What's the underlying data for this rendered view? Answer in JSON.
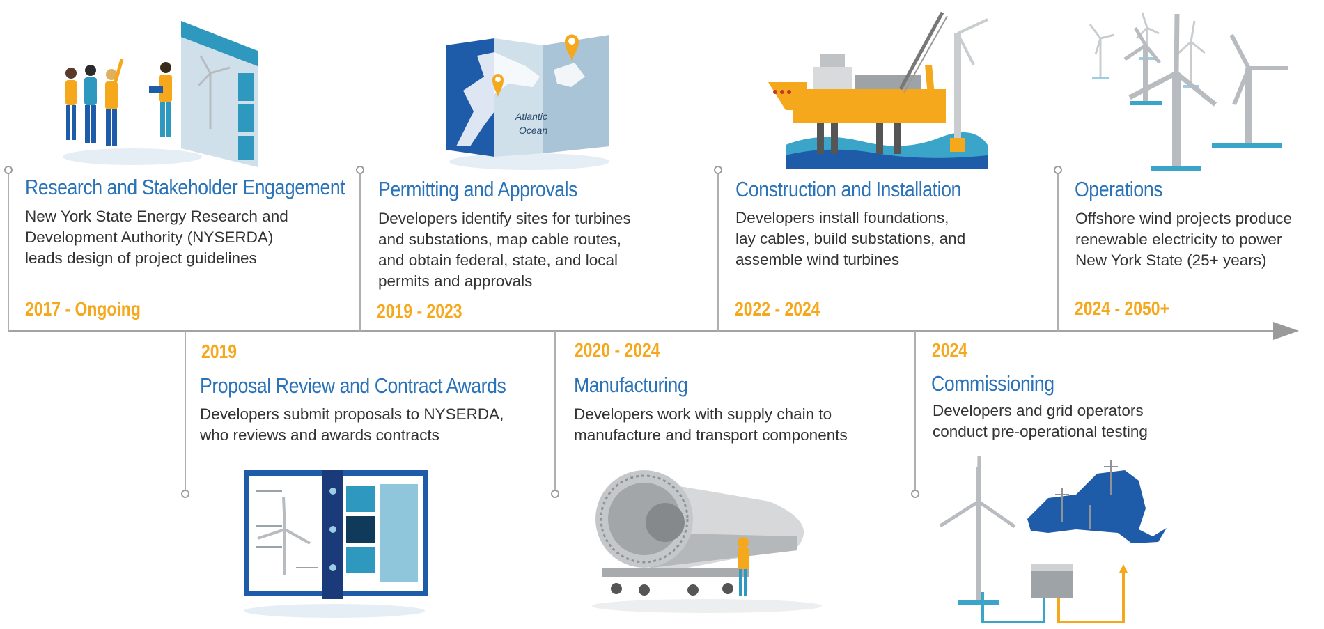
{
  "colors": {
    "title_blue": "#2a73b8",
    "date_gold": "#f5a81c",
    "body_text": "#333333",
    "axis_gray": "#a3a3a3",
    "illustration_navy": "#1e5ba8",
    "illustration_teal": "#3aa5c8",
    "turbine_gray": "#b8bcc0"
  },
  "stages": [
    {
      "id": "research",
      "title": "Research and Stakeholder Engagement",
      "description": [
        "New York State Energy Research and",
        "Development Authority (NYSERDA)",
        "leads design of project guidelines"
      ],
      "date": "2017 - Ongoing",
      "illustration": "people-with-turbine-board-icon"
    },
    {
      "id": "proposal",
      "title": "Proposal Review and Contract Awards",
      "description": [
        "Developers submit proposals to NYSERDA,",
        "who reviews and awards contracts"
      ],
      "date": "2019",
      "illustration": "binder-with-turbine-icon"
    },
    {
      "id": "permitting",
      "title": "Permitting and Approvals",
      "description": [
        "Developers identify sites for turbines",
        "and substations, map cable routes,",
        "and obtain federal, state, and local",
        "permits and approvals"
      ],
      "date": "2019 - 2023",
      "illustration": "map-with-pins-icon",
      "map_labels": [
        "Atlantic",
        "Ocean"
      ]
    },
    {
      "id": "manufacturing",
      "title": "Manufacturing",
      "description": [
        "Developers work with supply chain to",
        "manufacture and transport components"
      ],
      "date": "2020 - 2024",
      "illustration": "nacelle-transport-icon"
    },
    {
      "id": "construction",
      "title": "Construction and Installation",
      "description": [
        "Developers install foundations,",
        "lay cables, build substations, and",
        "assemble wind turbines"
      ],
      "date": "2022 - 2024",
      "illustration": "installation-vessel-icon"
    },
    {
      "id": "commissioning",
      "title": "Commissioning",
      "description": [
        "Developers and grid operators",
        "conduct pre-operational testing"
      ],
      "date": "2024",
      "illustration": "grid-connection-icon"
    },
    {
      "id": "operations",
      "title": "Operations",
      "description": [
        "Offshore wind projects produce",
        "renewable electricity to power",
        "New York State (25+ years)"
      ],
      "date": "2024 - 2050+",
      "illustration": "wind-farm-icon"
    }
  ]
}
